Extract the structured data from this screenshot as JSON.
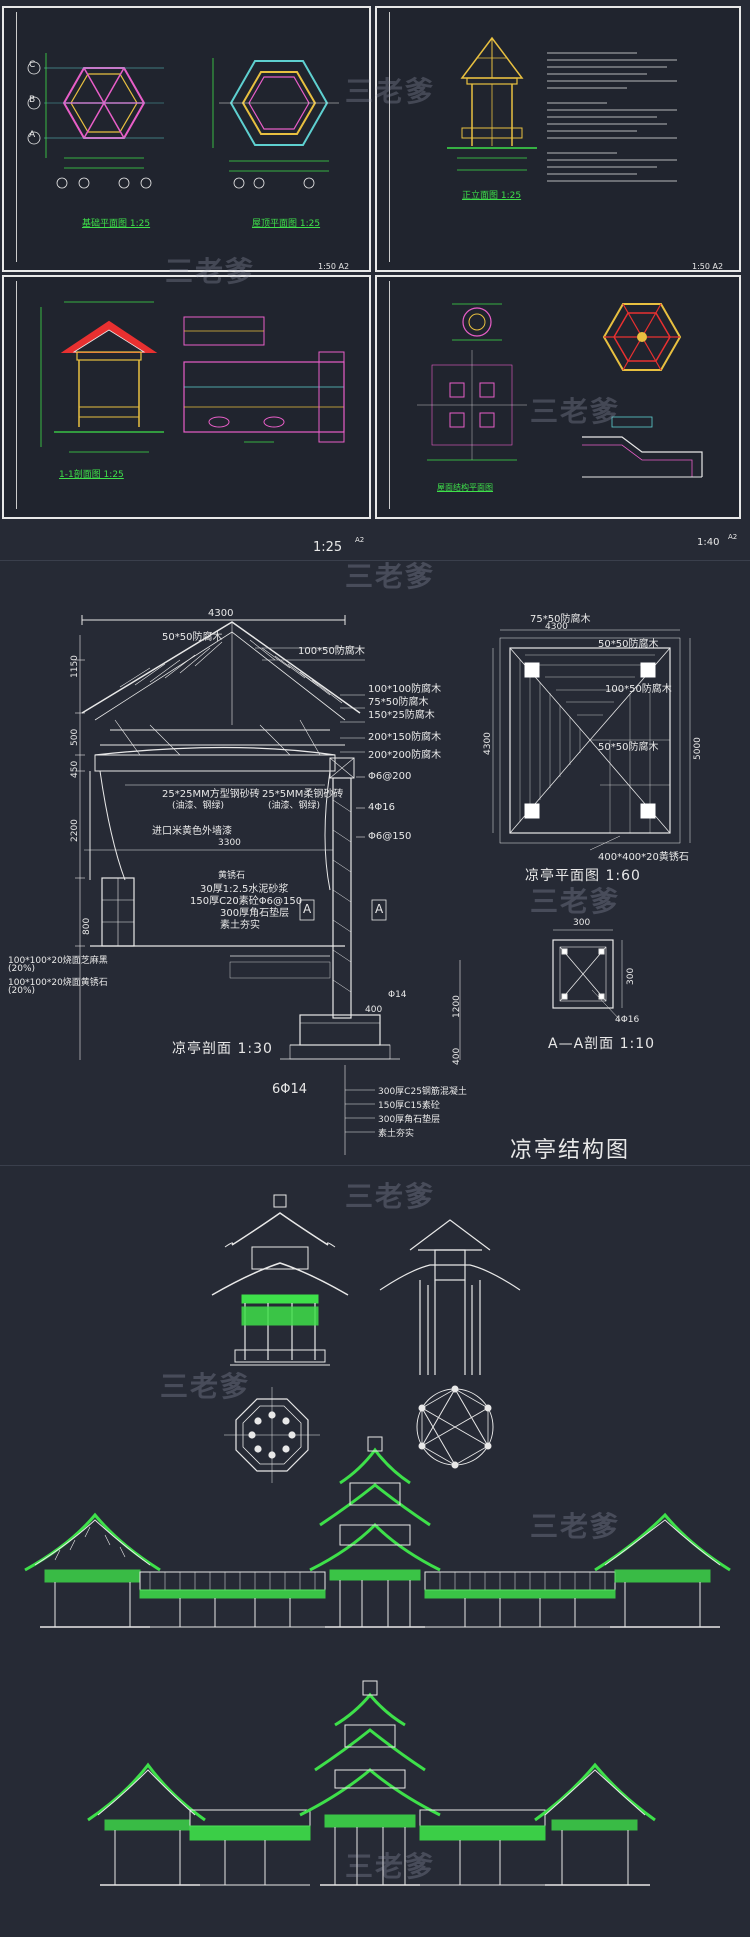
{
  "watermark": "三老爹",
  "top_sheets": {
    "sheet1": {
      "label_left": "基础平面图 1:25",
      "label_right": "屋顶平面图 1:25",
      "axis_labels": [
        "C",
        "B",
        "A"
      ],
      "footer": "1:50 A2"
    },
    "sheet2": {
      "label": "正立面图 1:25",
      "footer": "1:50 A2"
    },
    "sheet3": {
      "label": "1-1剖面图 1:25",
      "footer_scale": "1:25",
      "footer_size": "A2"
    },
    "sheet4": {
      "label": "屋面结构平面图",
      "footer_scale": "1:40",
      "footer_size": "A2"
    }
  },
  "section": {
    "dim_top": "4300",
    "labels": [
      "50*50防腐木",
      "100*50防腐木",
      "100*100防腐木",
      "75*50防腐木",
      "150*25防腐木",
      "200*150防腐木",
      "200*200防腐木",
      "Φ6@200",
      "4Φ16",
      "Φ6@150",
      "25*25MM方型钢砂砖",
      "(油漆、钢绿)",
      "25*5MM柔钢砂砖",
      "(油漆、钢绿)",
      "进口米黄色外墙漆",
      "黄锈石",
      "30厚1:2.5水泥砂浆",
      "150厚C20素砼Φ6@150",
      "300厚角石垫层",
      "素土夯实"
    ],
    "dim_left": [
      "1150",
      "500",
      "450",
      "2200",
      "800"
    ],
    "dim_mid": "3300",
    "left_notes": [
      "100*100*20烧面芝麻黑",
      "(20%)",
      "100*100*20烧面黄锈石",
      "(20%)"
    ],
    "foundation": [
      "Φ14",
      "400",
      "6Φ14",
      "1200",
      "400"
    ],
    "title": "凉亭剖面 1:30",
    "bottom_notes": [
      "300厚C25钢筋混凝土",
      "150厚C15素砼",
      "300厚角石垫层",
      "素土夯实"
    ],
    "section_marks": [
      "A",
      "A"
    ]
  },
  "plan": {
    "labels_top": [
      "75*50防腐木",
      "4300",
      "50*50防腐木"
    ],
    "labels_right": [
      "100*50防腐木",
      "50*50防腐木"
    ],
    "dim_left": "4300",
    "dim_right": "5000",
    "bottom_label": "400*400*20黄锈石",
    "title": "凉亭平面图 1:60"
  },
  "aa": {
    "dim_top": "300",
    "dim_right": "300",
    "rebar": "4Φ16",
    "title": "A—A剖面 1:10"
  },
  "structure_title": "凉亭结构图"
}
